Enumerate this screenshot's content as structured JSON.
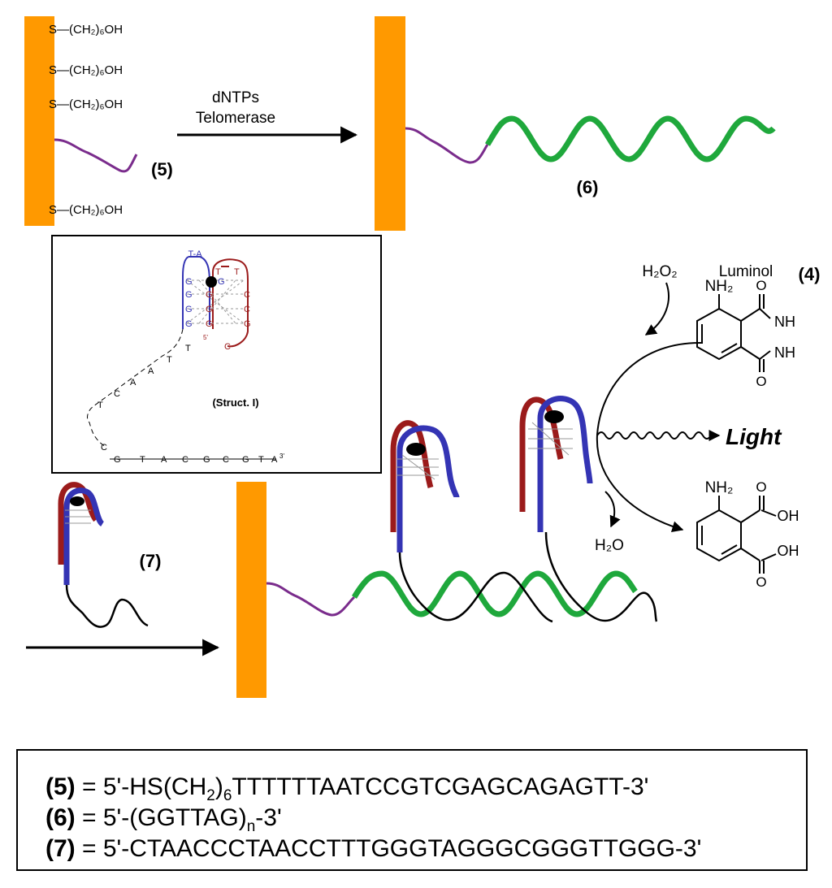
{
  "step1": {
    "surface_groups": [
      "S—(CH₂)₆OH",
      "S—(CH₂)₆OH",
      "S—(CH₂)₆OH",
      "S—(CH₂)₆OH"
    ],
    "label_5": "(5)",
    "arrow_line1": "dNTPs",
    "arrow_line2": "Telomerase",
    "label_6": "(6)"
  },
  "inset": {
    "title": "(Struct. I)",
    "top_pair": "T-A",
    "blue_letters": [
      "G",
      "G",
      "G",
      "G"
    ],
    "red_letters": [
      "T",
      "G",
      "G",
      "G",
      "G"
    ],
    "red_right": [
      "T",
      "C",
      "C",
      "G",
      "C"
    ],
    "loop_letters": [
      "T",
      "T",
      "A",
      "A",
      "C",
      "T",
      "C"
    ],
    "bottom_strand": [
      "G",
      "T",
      "A",
      "C",
      "G",
      "C",
      "G",
      "T",
      "A",
      "3'"
    ],
    "five_prime": "5'"
  },
  "reaction": {
    "h2o2": "H₂O₂",
    "luminol_label": "Luminol",
    "label_4": "(4)",
    "nh2": "NH₂",
    "nh": "NH",
    "o": "O",
    "oh": "OH",
    "light": "Light",
    "h2o": "H₂O",
    "label_7": "(7)"
  },
  "equations": {
    "eq5": {
      "label": "(5)",
      "text": " = 5'-HS(CH",
      "sub": "2",
      "mid": ")",
      "sub2": "6",
      "end": "TTTTTTAATCCGTCGAGCAGAGTT-3'"
    },
    "eq6": {
      "label": "(6)",
      "text": " = 5'-(GGTTAG)",
      "sub": "n",
      "end": "-3'"
    },
    "eq7": {
      "label": "(7)",
      "text": " = 5'-CTAACCCTAACCTTTGGGTAGGGCGGGTTGGG-3'"
    }
  },
  "colors": {
    "electrode": "#ff9900",
    "primer": "#7a2c8c",
    "telomere": "#1fa83c",
    "red_strand": "#9b1b1b",
    "blue_strand": "#3434b4"
  }
}
